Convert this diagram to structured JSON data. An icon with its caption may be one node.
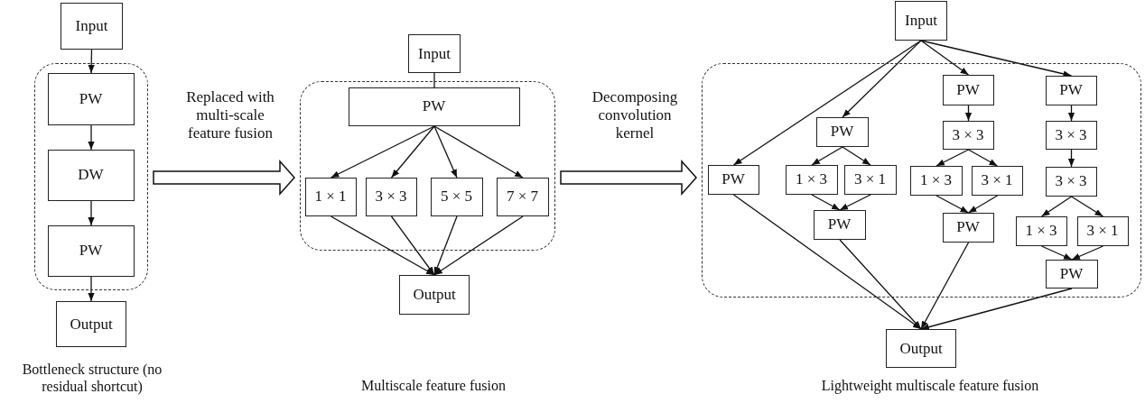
{
  "diagram": {
    "nodes": [
      {
        "text": [
          "Input"
        ]
      },
      {
        "text": [],
        "shape": "box"
      },
      {
        "text": [
          "PW"
        ],
        "in": 1
      },
      {
        "text": [
          "DW"
        ],
        "in": 1
      },
      {
        "text": [
          "PW"
        ],
        "in": 1
      },
      {
        "text": [
          "Output"
        ]
      },
      {
        "text": [
          "Input"
        ]
      },
      {
        "text": [],
        "shape": "box"
      },
      {
        "text": [
          "PW"
        ],
        "in": 7
      },
      {
        "text": [
          "1 × 1"
        ],
        "in": 7
      },
      {
        "text": [
          "3 × 3"
        ],
        "in": 7
      },
      {
        "text": [
          "5 × 5"
        ],
        "in": 7
      },
      {
        "text": [
          "7 × 7"
        ],
        "in": 7
      },
      {
        "text": [
          "Output"
        ]
      },
      {
        "text": [
          "Input"
        ]
      },
      {
        "text": [],
        "shape": "box"
      },
      {
        "text": [
          "PW"
        ],
        "in": 15
      },
      {
        "text": [
          "PW"
        ],
        "in": 15
      },
      {
        "text": [
          "1 × 3"
        ],
        "in": 15
      },
      {
        "text": [
          "3 × 1"
        ],
        "in": 15
      },
      {
        "text": [
          "PW"
        ],
        "in": 15
      },
      {
        "text": [
          "PW"
        ],
        "in": 15
      },
      {
        "text": [
          "3 × 3"
        ],
        "in": 15
      },
      {
        "text": [
          "1 × 3"
        ],
        "in": 15
      },
      {
        "text": [
          "3 × 1"
        ],
        "in": 15
      },
      {
        "text": [
          "PW"
        ],
        "in": 15
      },
      {
        "text": [
          "PW"
        ],
        "in": 15
      },
      {
        "text": [
          "3 × 3"
        ],
        "in": 15
      },
      {
        "text": [
          "3 × 3"
        ],
        "in": 15
      },
      {
        "text": [
          "1 × 3"
        ],
        "in": 15
      },
      {
        "text": [
          "3 × 1"
        ],
        "in": 15
      },
      {
        "text": [
          "PW"
        ],
        "in": 15
      },
      {
        "text": [
          "Output"
        ]
      }
    ],
    "edges": [
      {
        "from": 0,
        "to": 2,
        "arrow": "to"
      },
      {
        "from": 2,
        "to": 3,
        "arrow": "to"
      },
      {
        "from": 3,
        "to": 4,
        "arrow": "to"
      },
      {
        "from": 4,
        "to": 5,
        "arrow": "to"
      },
      {
        "from": 1,
        "to": 7,
        "arrow": "to",
        "label": "Replaced with multi-scale feature fusion",
        "style": "thick"
      },
      {
        "from": 6,
        "to": 8,
        "arrow": "none"
      },
      {
        "from": 8,
        "to": 9,
        "arrow": "to"
      },
      {
        "from": 8,
        "to": 10,
        "arrow": "to"
      },
      {
        "from": 8,
        "to": 11,
        "arrow": "to"
      },
      {
        "from": 8,
        "to": 12,
        "arrow": "to"
      },
      {
        "from": 9,
        "to": 13,
        "arrow": "to"
      },
      {
        "from": 10,
        "to": 13,
        "arrow": "to"
      },
      {
        "from": 11,
        "to": 13,
        "arrow": "to"
      },
      {
        "from": 12,
        "to": 13,
        "arrow": "to"
      },
      {
        "from": 7,
        "to": 15,
        "arrow": "to",
        "label": "Decomposing convolution kernel",
        "style": "thick"
      },
      {
        "from": 14,
        "to": 16,
        "arrow": "to"
      },
      {
        "from": 14,
        "to": 17,
        "arrow": "to"
      },
      {
        "from": 14,
        "to": 21,
        "arrow": "to"
      },
      {
        "from": 14,
        "to": 26,
        "arrow": "to"
      },
      {
        "from": 17,
        "to": 18,
        "arrow": "to"
      },
      {
        "from": 17,
        "to": 19,
        "arrow": "to"
      },
      {
        "from": 18,
        "to": 20,
        "arrow": "to"
      },
      {
        "from": 19,
        "to": 20,
        "arrow": "to"
      },
      {
        "from": 21,
        "to": 22,
        "arrow": "to"
      },
      {
        "from": 22,
        "to": 23,
        "arrow": "to"
      },
      {
        "from": 22,
        "to": 24,
        "arrow": "to"
      },
      {
        "from": 23,
        "to": 25,
        "arrow": "to"
      },
      {
        "from": 24,
        "to": 25,
        "arrow": "to"
      },
      {
        "from": 26,
        "to": 27,
        "arrow": "to"
      },
      {
        "from": 27,
        "to": 28,
        "arrow": "to"
      },
      {
        "from": 28,
        "to": 29,
        "arrow": "to"
      },
      {
        "from": 28,
        "to": 30,
        "arrow": "to"
      },
      {
        "from": 29,
        "to": 31,
        "arrow": "to"
      },
      {
        "from": 30,
        "to": 31,
        "arrow": "to"
      },
      {
        "from": 16,
        "to": 32,
        "arrow": "to"
      },
      {
        "from": 20,
        "to": 32,
        "arrow": "to"
      },
      {
        "from": 25,
        "to": 32,
        "arrow": "to"
      },
      {
        "from": 31,
        "to": 32,
        "arrow": "to"
      }
    ],
    "labels": [
      "Bottleneck structure (no residual shortcut)",
      "Multiscale feature fusion",
      "Lightweight multiscale feature fusion"
    ]
  }
}
